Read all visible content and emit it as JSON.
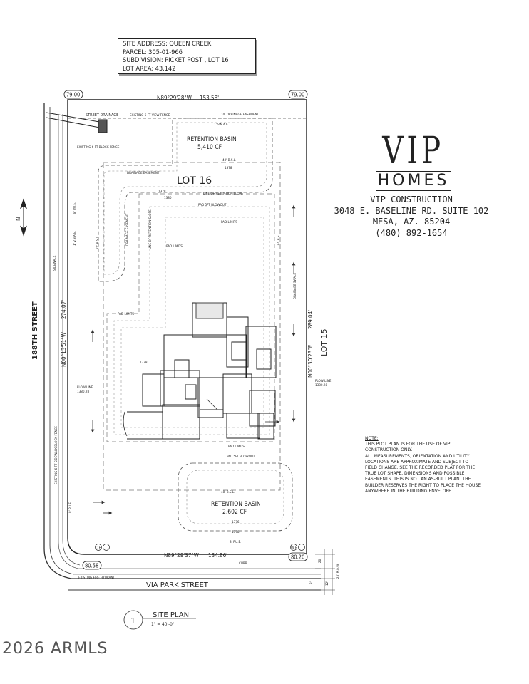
{
  "site_info": {
    "address": "SITE ADDRESS: QUEEN CREEK",
    "parcel": "PARCEL: 305-01-966",
    "subdivision": "SUBDIVISION: PICKET POST , LOT 16",
    "lot_area": "LOT AREA: 43,142"
  },
  "brand": {
    "name": "VIP",
    "sub": "HOMES"
  },
  "company": {
    "name": "VIP CONSTRUCTION",
    "address1": "3048 E. BASELINE RD. SUITE 102",
    "address2": "MESA, AZ. 85204",
    "phone": "(480) 892-1654"
  },
  "note": {
    "heading": "NOTE:",
    "lines": [
      "THIS PLOT PLAN IS FOR THE USE OF VIP",
      "CONSTRUCTION ONLY.",
      "ALL MEASUREMENTS, ORIENTATION AND UTILITY",
      "LOCATIONS ARE APPROXIMATE AND SUBJECT TO",
      "FIELD CHANGE. SEE THE RECORDED PLAT FOR THE",
      "TRUE LOT SHAPE, DIMENSIONS AND POSSIBLE",
      "EASEMENTS. THIS IS NOT AN AS-BUILT PLAN. THE",
      "BUILDER RESERVES THE RIGHT TO PLACE THE HOUSE",
      "ANYWHERE IN THE BUILDING ENVELOPE."
    ]
  },
  "plan": {
    "north_label": "N",
    "lot_label": "LOT 16",
    "neighbor_lot": "LOT 15",
    "street_west": "188TH STREET",
    "street_south": "VIA PARK STREET",
    "bearing_top": "N89°29'28\"W",
    "dist_top": "153.58'",
    "bearing_bottom": "N89°29'37\"W",
    "dist_bottom": "134.86'",
    "bearing_west": "N00°13'51\"W",
    "dist_west": "274.07'",
    "bearing_east": "N00°30'23\"E",
    "dist_east": "289.04'",
    "elev_nw": "79.00",
    "elev_ne": "79.00",
    "elev_sw": "80.58",
    "elev_se": "80.20",
    "basin_north_title": "RETENTION BASIN",
    "basin_north_vol": "5,410 CF",
    "basin_south_title": "RETENTION BASIN",
    "basin_south_vol": "2,602 CF",
    "labels": {
      "street_drainage": "STREET DRAINAGE",
      "view_fence": "EXISTING 6 FT VIEW FENCE",
      "block_fence": "EXISTING 6 FT BLOCK FENCE",
      "drainage_easement_top": "10' DRAINAGE EASEMENT",
      "vnae": "1' V.N.A.E.",
      "vnae_west": "1' V.N.A.E.",
      "bsl_40_top": "40' B.S.L.",
      "bsl_40_bottom": "40' B.S.L.",
      "bsl_27_west": "27' B.S.L.",
      "bsl_27_east": "27' B.S.L.",
      "drainage_easement": "DRAINAGE EASEMENT",
      "drainage_easement_vert": "DRAINAGE EASEMENT",
      "line_retention_slope": "LINE OF RETENTION SLOPE",
      "line_retention_slope_vert": "LINE OF RETENTION SLOPE",
      "pad_blowout_top": "PAD 5FT BLOWOUT",
      "pad_blowout_bottom": "PAD 5FT BLOWOUT",
      "pad_limits_1": "PAD LIMITS",
      "pad_limits_2": "PAD LIMITS",
      "pad_limits_3": "PAD LIMITS",
      "pad_limits_4": "PAD LIMITS",
      "pue_west": "8' P.U.E.",
      "pue_sw": "8' P.U.E.",
      "pue_south": "8' P.U.E.",
      "sidewalk": "SIDEWALK",
      "sidewalk_fence": "EXISTING 6 FT SIDEWALK BLOCK FENCE",
      "drainage_swale": "DRAINAGE SWALE",
      "flow_line_west": "FLOW LINE",
      "flow_line_west_elev": "1380.28",
      "flow_line_east": "FLOW LINE",
      "flow_line_east_elev": "1380.28",
      "curb": "CURB",
      "fire_hydrant": "EXISTING FIRE HYDRANT",
      "row": "25' R.O.W.",
      "tow_1": "1378",
      "tow_2": "1378",
      "tow_3": "1380",
      "tow_4": "1376",
      "tow_5": "1378",
      "tow_6": "1378",
      "dim_20": "20'",
      "dim_12": "12'",
      "dim_8": "8'",
      "ce": "C E",
      "wh": "W H"
    },
    "site_plan_title": "SITE PLAN",
    "site_plan_scale": "1\" = 40'-0\"",
    "site_plan_num": "1"
  },
  "watermark": "2026 ARMLS"
}
